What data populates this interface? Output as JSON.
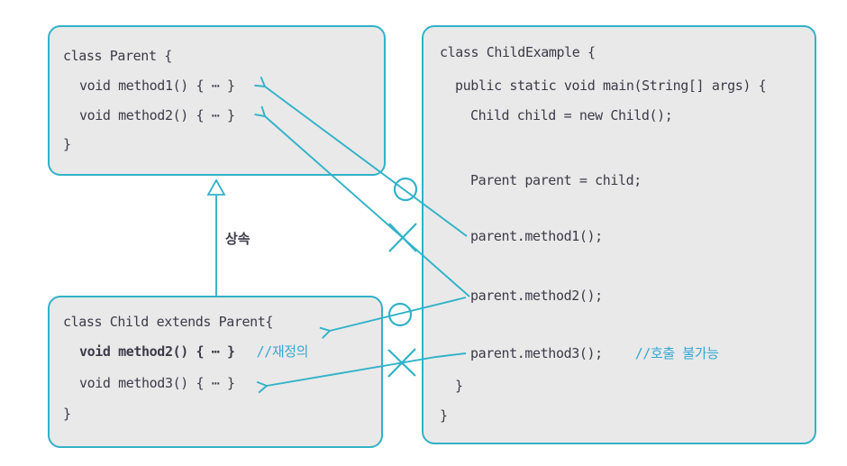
{
  "colors": {
    "accent": "#31b2c8",
    "box_fill": "#e9e9e9",
    "box_border": "#31b2c8",
    "code_text": "#3d3a48",
    "comment_text": "#35a8d2",
    "background": "#ffffff"
  },
  "parent_box": {
    "class_name": "Parent",
    "lines": {
      "l0": "class Parent {",
      "l1": "void method1() { ⋯ }",
      "l2": "void method2() { ⋯ }",
      "l3": "}"
    }
  },
  "child_box": {
    "class_name": "Child",
    "lines": {
      "l0": "class Child extends Parent{",
      "l1_code": "void method2() { ⋯ }",
      "l1_comment": "//재정의",
      "l2": "void method3() { ⋯ }",
      "l3": "}"
    }
  },
  "example_box": {
    "class_name": "ChildExample",
    "lines": {
      "l0": "class ChildExample {",
      "l1": "public static void main(String[] args) {",
      "l2": "Child child = new Child();",
      "l3": "Parent parent = child;",
      "l4": "parent.method1();",
      "l5": "parent.method2();",
      "l6_code": "parent.method3();",
      "l6_comment": "//호출 불가능",
      "l7": "}",
      "l8": "}"
    }
  },
  "inheritance_label": "상속",
  "relations": [
    {
      "from": "Child",
      "to": "Parent",
      "type": "inheritance",
      "label": "상속"
    },
    {
      "from": "parent.method1();",
      "to": "Parent.method1()",
      "marker": "O"
    },
    {
      "from": "parent.method2();",
      "to": "Parent.method2()",
      "marker": "X"
    },
    {
      "from": "parent.method2();",
      "to": "Child.method2()",
      "marker": "O"
    },
    {
      "from": "parent.method3();",
      "to": "Child.method3()",
      "marker": "X"
    }
  ]
}
